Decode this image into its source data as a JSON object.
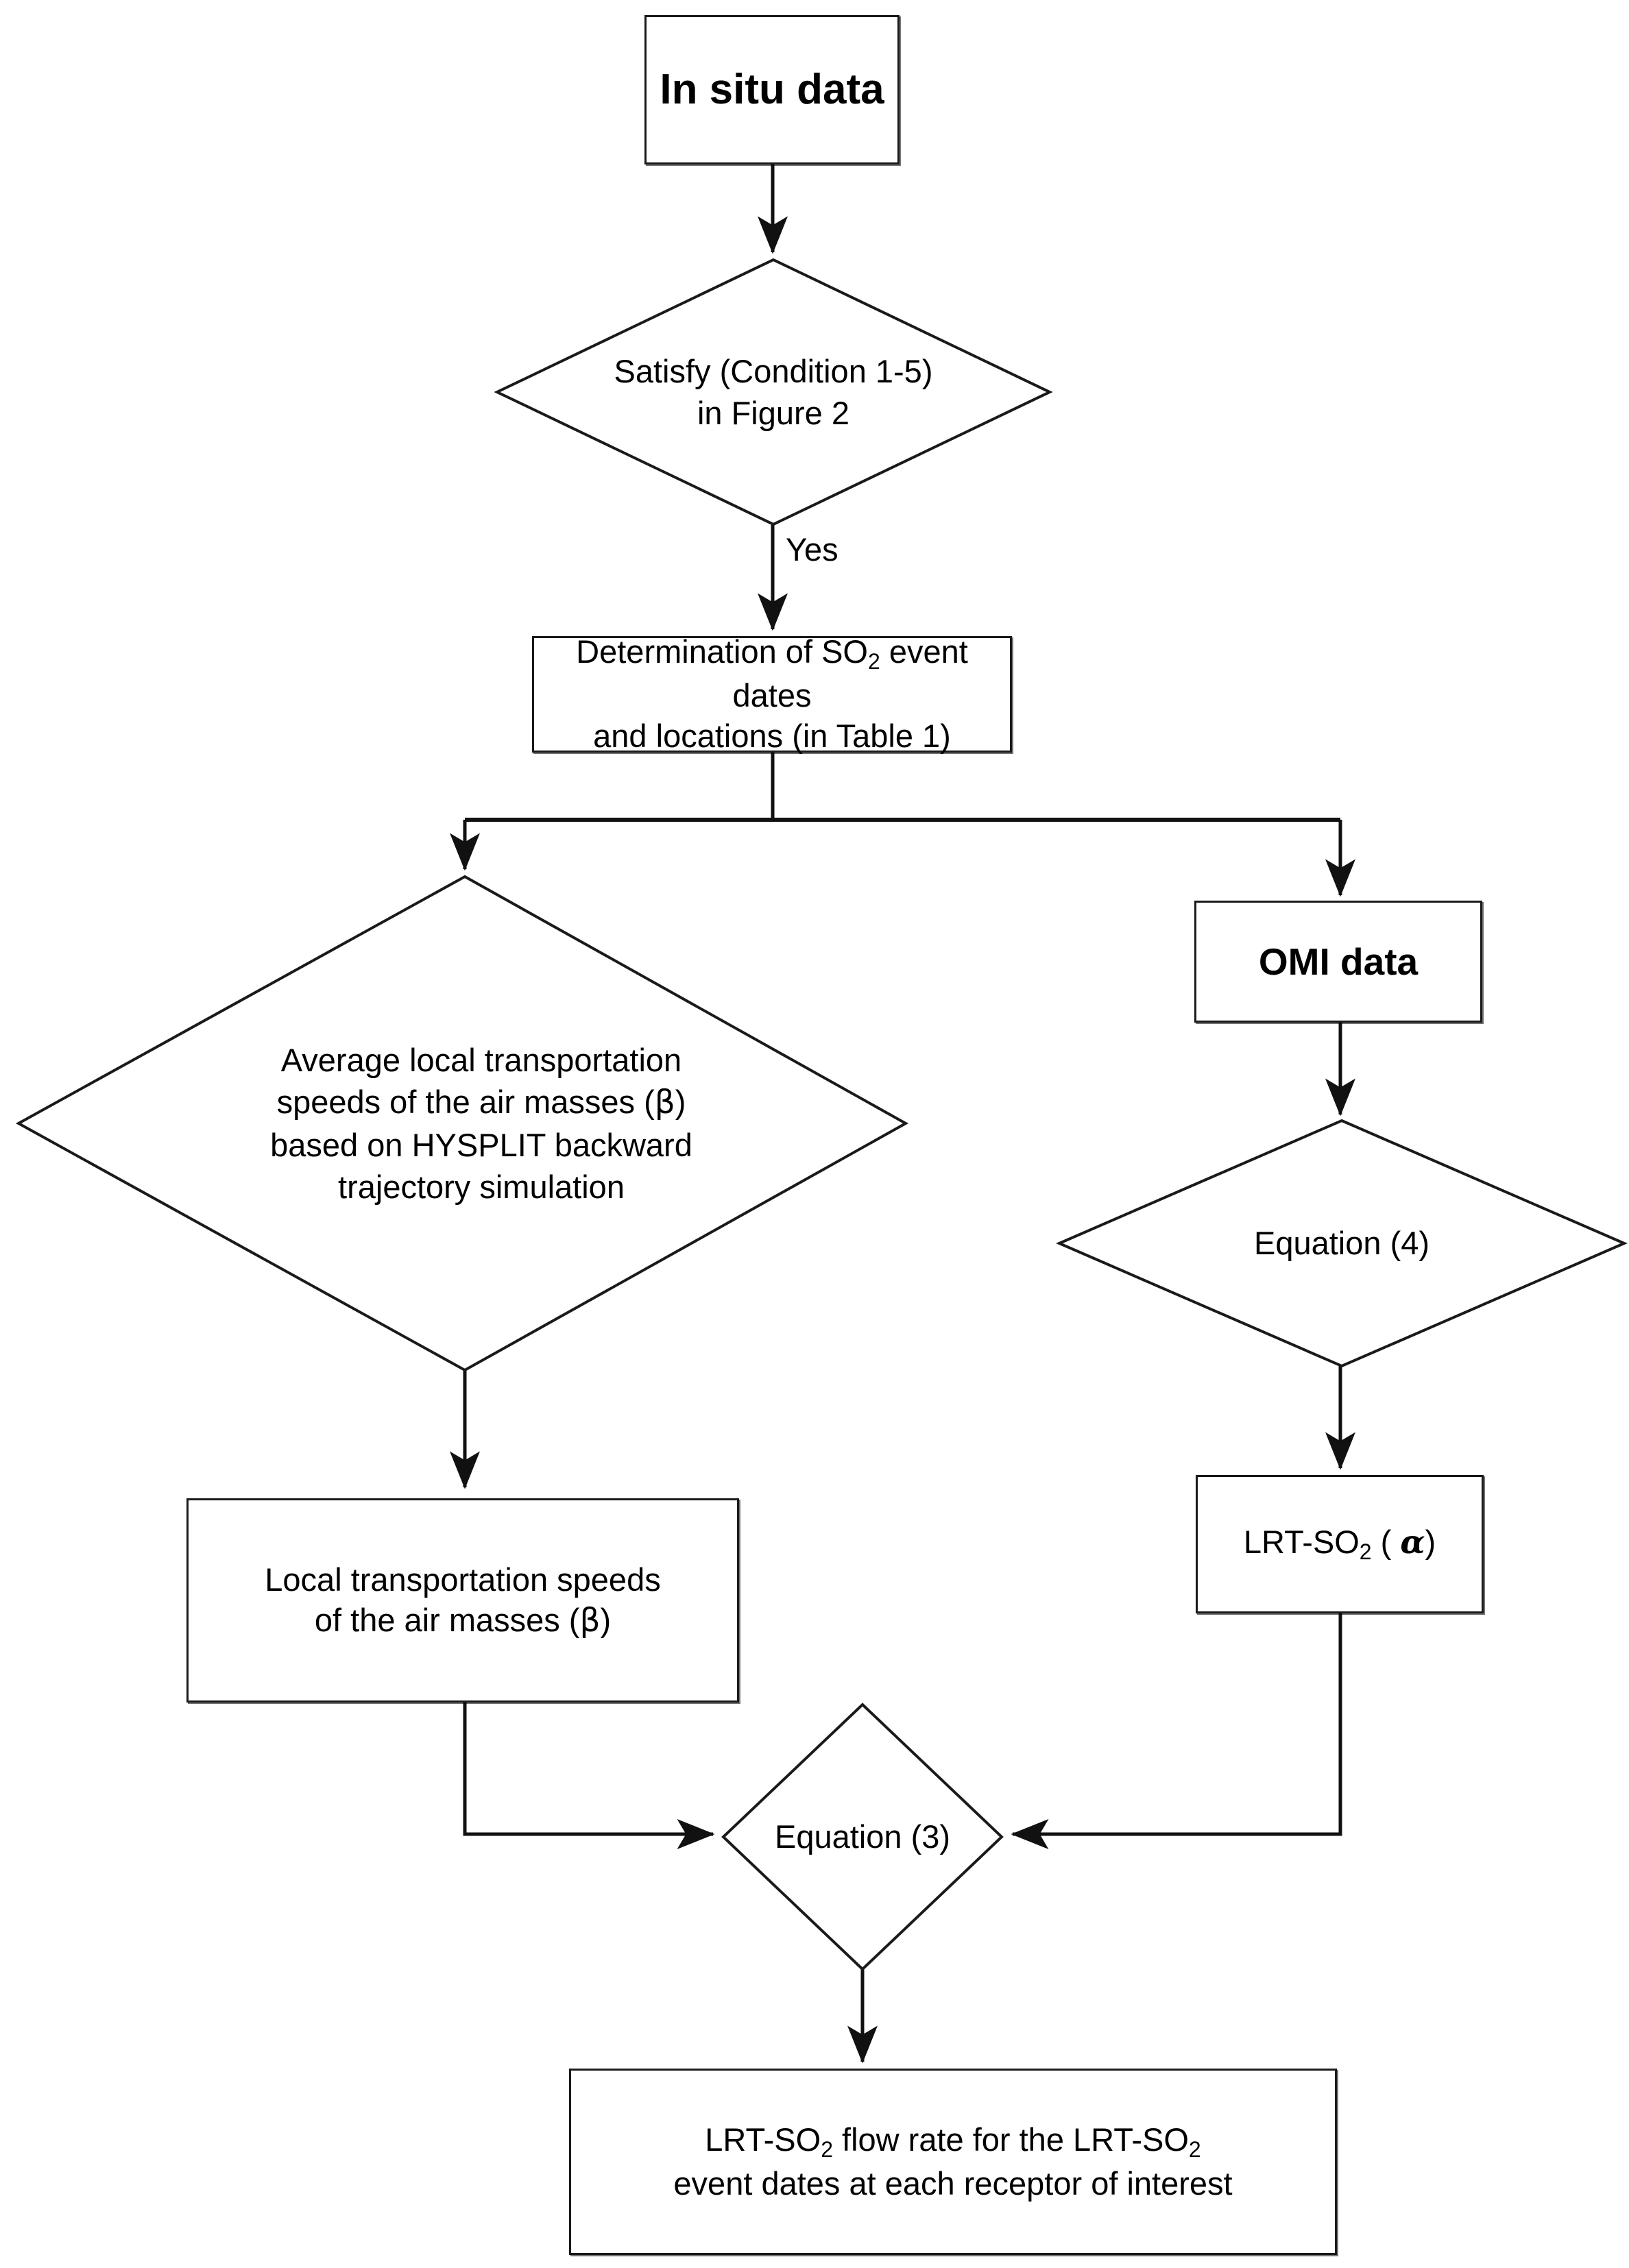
{
  "diagram": {
    "type": "flowchart",
    "title": "LRT-SO2 flow rate determination workflow",
    "background": "#ffffff",
    "stroke_color": "#1a1a1a",
    "text_color": "#000000"
  },
  "nodes": {
    "in_situ_data": {
      "label": "In situ data",
      "shape": "process",
      "bold": true
    },
    "satisfy_condition": {
      "label_line1": "Satisfy (Condition 1-5)",
      "label_line2": "in Figure 2",
      "shape": "decision"
    },
    "determination": {
      "label_line1_a": "Determination of SO",
      "label_line1_sub": "2",
      "label_line1_b": " event dates",
      "label_line2": "and locations (in Table 1)",
      "shape": "process"
    },
    "average_speeds": {
      "label_line1": "Average local transportation",
      "label_line2_a": "speeds of the air masses (",
      "label_line2_beta": "β",
      "label_line2_b": ")",
      "label_line3": "based on HYSPLIT backward",
      "label_line4": "trajectory simulation",
      "shape": "decision"
    },
    "omi_data": {
      "label": "OMI data",
      "shape": "process",
      "bold": true
    },
    "equation_4": {
      "label": "Equation (4)",
      "shape": "decision"
    },
    "local_speeds": {
      "label_line1": "Local transportation speeds",
      "label_line2_a": "of the air masses (",
      "label_line2_beta": "β",
      "label_line2_b": ")",
      "shape": "process"
    },
    "lrt_so2_alpha": {
      "label_a": "LRT-SO",
      "label_sub": "2",
      "label_b": " ( ",
      "label_alpha": "α",
      "label_c": ")",
      "shape": "process"
    },
    "equation_3": {
      "label": "Equation (3)",
      "shape": "decision"
    },
    "result": {
      "label_line1_a": "LRT-SO",
      "label_line1_sub1": "2",
      "label_line1_b": " flow rate for the LRT-SO",
      "label_line1_sub2": "2",
      "label_line2": "event dates at each receptor of interest",
      "shape": "process"
    }
  },
  "edges": [
    {
      "id": "e1",
      "from": "in_situ_data",
      "to": "satisfy_condition",
      "label": ""
    },
    {
      "id": "e2",
      "from": "satisfy_condition",
      "to": "determination",
      "label": "Yes"
    },
    {
      "id": "e3",
      "from": "determination",
      "to": "average_speeds",
      "label": ""
    },
    {
      "id": "e4",
      "from": "determination",
      "to": "omi_data",
      "label": ""
    },
    {
      "id": "e5",
      "from": "omi_data",
      "to": "equation_4",
      "label": ""
    },
    {
      "id": "e6",
      "from": "average_speeds",
      "to": "local_speeds",
      "label": ""
    },
    {
      "id": "e7",
      "from": "equation_4",
      "to": "lrt_so2_alpha",
      "label": ""
    },
    {
      "id": "e8",
      "from": "local_speeds",
      "to": "equation_3",
      "label": ""
    },
    {
      "id": "e9",
      "from": "lrt_so2_alpha",
      "to": "equation_3",
      "label": ""
    },
    {
      "id": "e10",
      "from": "equation_3",
      "to": "result",
      "label": ""
    }
  ],
  "edge_labels": {
    "yes": "Yes"
  }
}
